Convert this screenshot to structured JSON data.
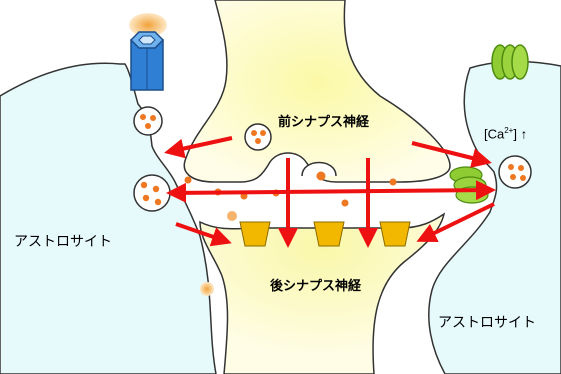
{
  "labels": {
    "presynaptic": "前シナプス神経",
    "postsynaptic": "後シナプス神経",
    "astro_left": "アストロサイト",
    "astro_right": "アストロサイト",
    "calcium_prefix": "[Ca",
    "calcium_sup": "2+",
    "calcium_suffix": "] ↑"
  },
  "colors": {
    "astrocyte_fill": "#e6f9fb",
    "neuron_fill": "#fefbd0",
    "neuron_core": "#f8f5a0",
    "arrow": "#ee1111",
    "vesicle_dot": "#ee7722",
    "receptor": "#f2b800",
    "channel_blue": "#2f7fd5",
    "channel_green": "#8fcc33",
    "outline": "#333333"
  },
  "icons": {
    "left_channel": "hexagon-channel-icon",
    "right_channel": "green-channel-icon",
    "receptor": "trapezoid-receptor-icon"
  }
}
